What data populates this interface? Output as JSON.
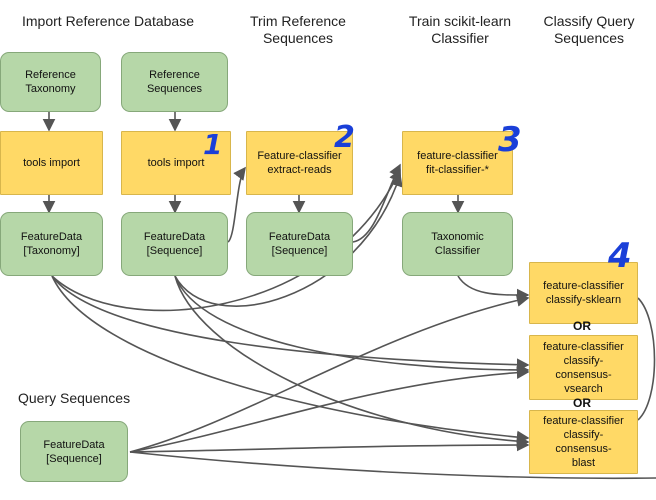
{
  "headers": {
    "import": "Import Reference Database",
    "trim": "Trim Reference\nSequences",
    "train": "Train scikit-learn\nClassifier",
    "classify": "Classify Query\nSequences"
  },
  "section": {
    "query": "Query Sequences"
  },
  "nodes": {
    "ref_taxonomy": "Reference\nTaxonomy",
    "ref_sequences": "Reference\nSequences",
    "import1": "tools import",
    "import2": "tools import",
    "extract": "Feature-classifier\nextract-reads",
    "fit": "feature-classifier\nfit-classifier-*",
    "fd_taxonomy": "FeatureData\n[Taxonomy]",
    "fd_sequence1": "FeatureData\n[Sequence]",
    "fd_sequence2": "FeatureData\n[Sequence]",
    "tax_classifier": "Taxonomic\nClassifier",
    "sklearn": "feature-classifier\nclassify-sklearn",
    "vsearch": "feature-classifier\nclassify-\nconsensus-\nvsearch",
    "blast": "feature-classifier\nclassify-\nconsensus-\nblast",
    "query_fd": "FeatureData\n[Sequence]"
  },
  "or_labels": [
    "OR",
    "OR"
  ],
  "step_numbers": [
    "1",
    "2",
    "3",
    "4"
  ],
  "colors": {
    "green": "#b6d7a8",
    "yellow": "#ffd966",
    "edge": "#555555",
    "annotation": "#1a3fd8"
  }
}
